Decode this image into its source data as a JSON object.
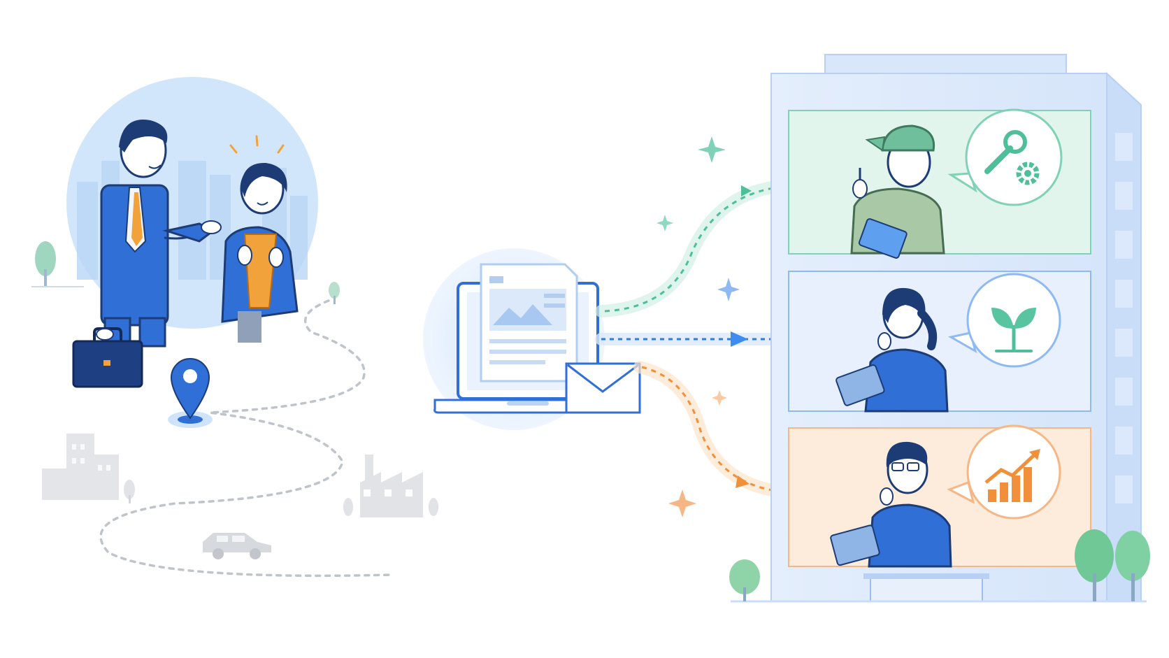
{
  "colors": {
    "primary_blue": "#2f6fd6",
    "light_blue": "#dbeafc",
    "navy": "#1d3b75",
    "green": "#59c4a0",
    "green_bg": "#e6f6ef",
    "orange": "#f2913a",
    "orange_bg": "#fdeedd",
    "gray": "#cfd3d8",
    "building": "#e3eefc"
  },
  "scene": {
    "left_group": [
      "businessman-figure",
      "businesswoman-figure",
      "briefcase-icon",
      "location-pin-icon",
      "dashed-route"
    ],
    "center_group": [
      "laptop-icon",
      "document-icon",
      "envelope-icon"
    ],
    "building_floors": [
      {
        "name": "floor-engineering",
        "accent": "green",
        "person": "technician-with-clipboard",
        "bubble_icon": "wrench-gear-icon"
      },
      {
        "name": "floor-research",
        "accent": "blue",
        "person": "researcher-with-tablet",
        "bubble_icon": "sprout-icon"
      },
      {
        "name": "floor-management",
        "accent": "orange",
        "person": "manager-with-tablet",
        "bubble_icon": "growth-chart-icon"
      }
    ]
  }
}
